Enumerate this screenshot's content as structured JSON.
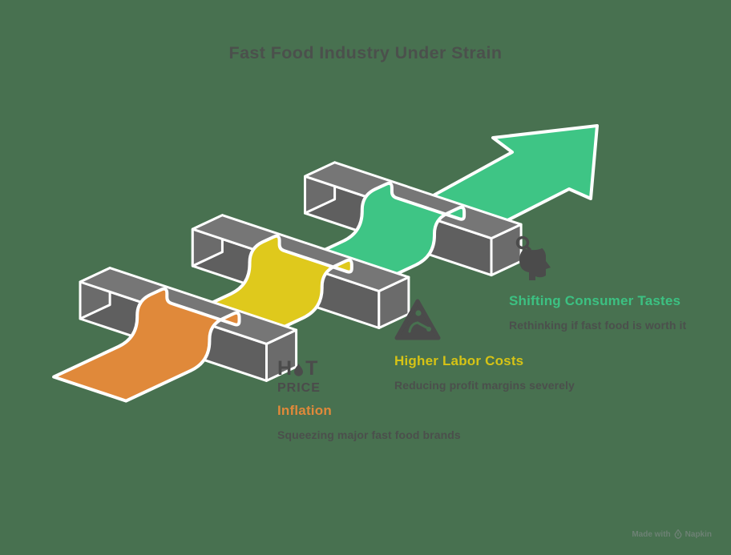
{
  "title": "Fast Food Industry Under Strain",
  "diagram": {
    "type": "weaving-ribbon-arrow",
    "description": "Green upward arrow weaving over three gray isometric bars",
    "background_color": "#487150",
    "outline_color": "#ffffff",
    "bar_color": "#6b6b6b",
    "segment_colors": [
      "#e0893a",
      "#dfc91c",
      "#3ec585"
    ]
  },
  "items": [
    {
      "label": "Inflation",
      "description": "Squeezing major fast food brands",
      "color": "#e0893a",
      "icon": "hot-price-icon",
      "icon_text": {
        "line1_left": "H",
        "line1_right": "T",
        "line2": "PRICE"
      }
    },
    {
      "label": "Higher Labor Costs",
      "description": "Reducing profit margins severely",
      "color": "#d6c315",
      "icon": "worker-warning-icon"
    },
    {
      "label": "Shifting Consumer Tastes",
      "description": "Rethinking if fast food is worth it",
      "color": "#3cc182",
      "icon": "head-magnifier-icon"
    }
  ],
  "watermark": {
    "text_before": "Made with",
    "text_after": "Napkin"
  }
}
